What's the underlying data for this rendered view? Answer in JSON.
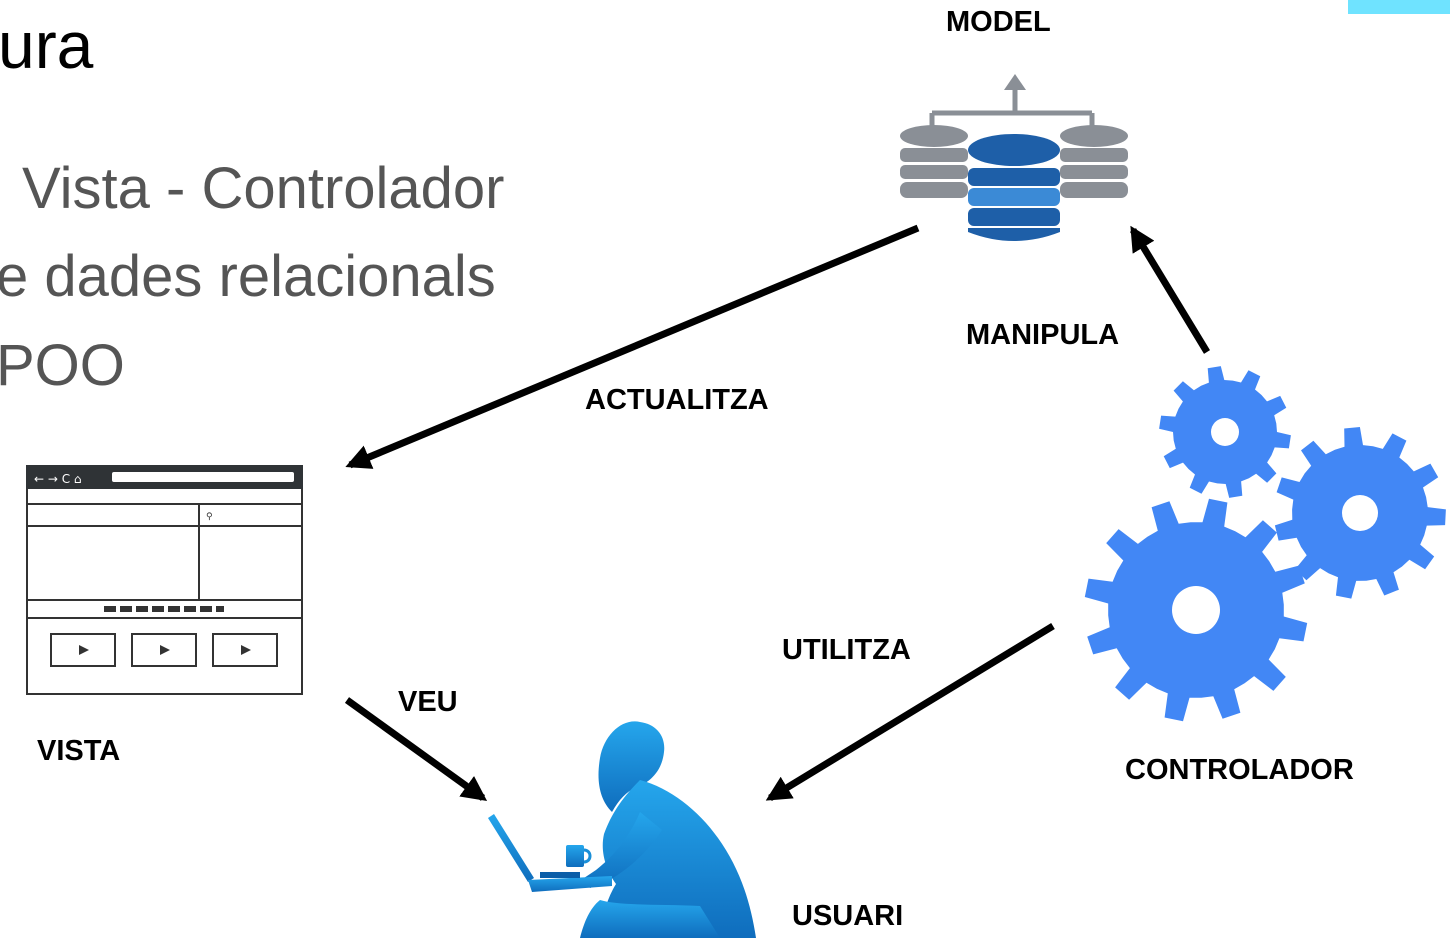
{
  "slide": {
    "title_fragment": "ura",
    "bullets": [
      "Vista - Controlador",
      "e dades relacionals",
      "POO"
    ]
  },
  "diagram": {
    "nodes": {
      "model": "MODEL",
      "vista": "VISTA",
      "usuari": "USUARI",
      "controlador": "CONTROLADOR"
    },
    "edges": {
      "actualitza": "ACTUALITZA",
      "manipula": "MANIPULA",
      "veu": "VEU",
      "utilitza": "UTILITZA"
    }
  },
  "colors": {
    "accent": "#6fe3ff",
    "gear": "#4287f5",
    "db_blue": "#1e5fa8",
    "db_gray": "#8a8f96",
    "user": "#1a8fd8",
    "text_gray": "#555555"
  }
}
